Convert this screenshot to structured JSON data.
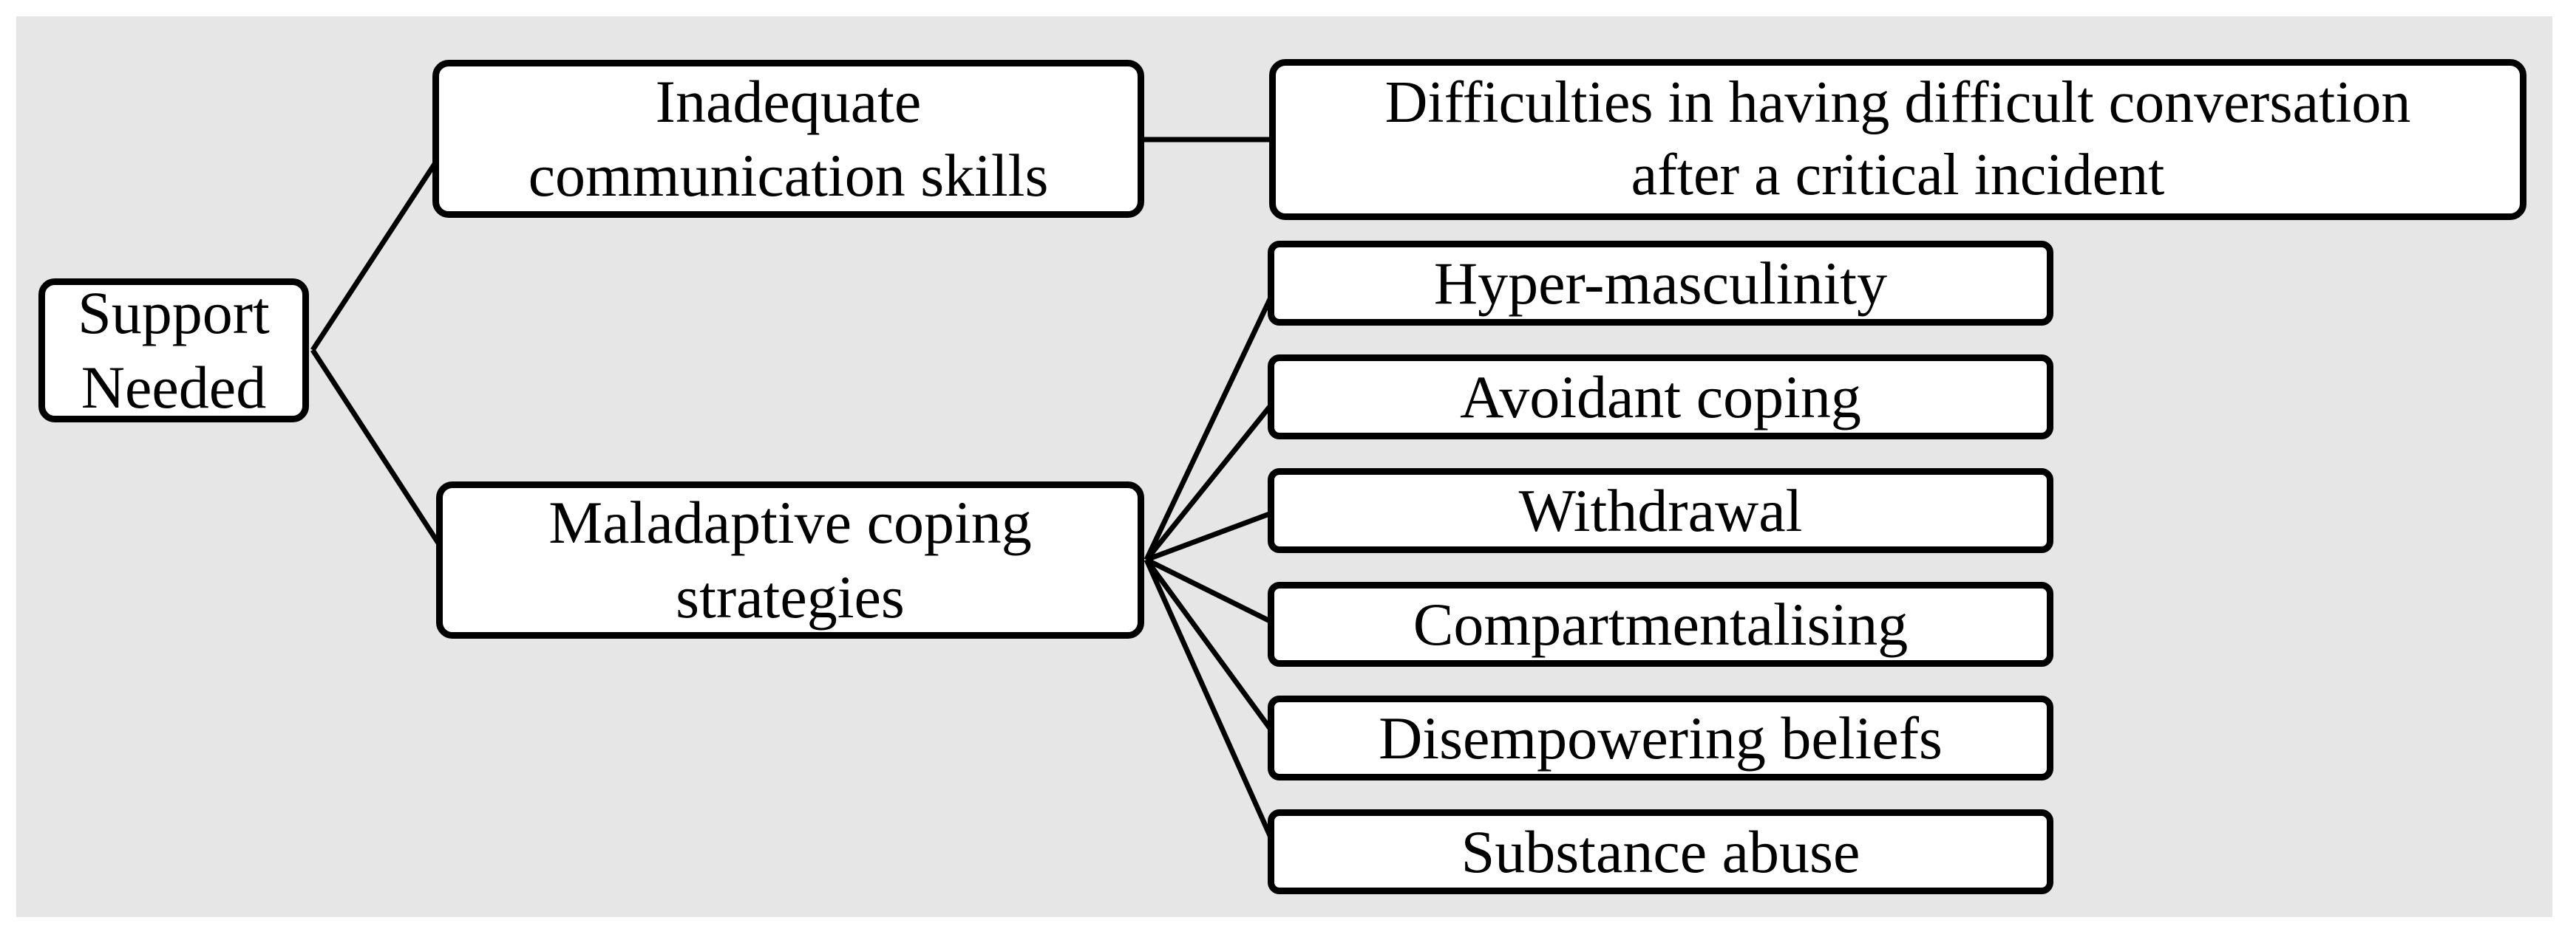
{
  "diagram": {
    "type": "mind-map-hierarchy",
    "colors": {
      "page_background": "#ffffff",
      "canvas_background": "#e6e6e6",
      "node_fill": "#ffffff",
      "node_border": "#000000",
      "text": "#000000",
      "connector": "#000000"
    },
    "root": {
      "label": "Support Needed",
      "lines": [
        "Support",
        "Needed"
      ]
    },
    "branches": [
      {
        "label": "Inadequate communication skills",
        "lines": [
          "Inadequate",
          "communication skills"
        ],
        "children": [
          {
            "label": "Difficulties in having difficult conversation after a critical incident",
            "lines": [
              "Difficulties in having difficult conversation",
              "after a critical incident"
            ]
          }
        ]
      },
      {
        "label": "Maladaptive coping strategies",
        "lines": [
          "Maladaptive coping",
          "strategies"
        ],
        "children": [
          {
            "label": "Hyper-masculinity"
          },
          {
            "label": "Avoidant coping"
          },
          {
            "label": "Withdrawal"
          },
          {
            "label": "Compartmentalising"
          },
          {
            "label": "Disempowering beliefs"
          },
          {
            "label": "Substance abuse"
          }
        ]
      }
    ]
  }
}
